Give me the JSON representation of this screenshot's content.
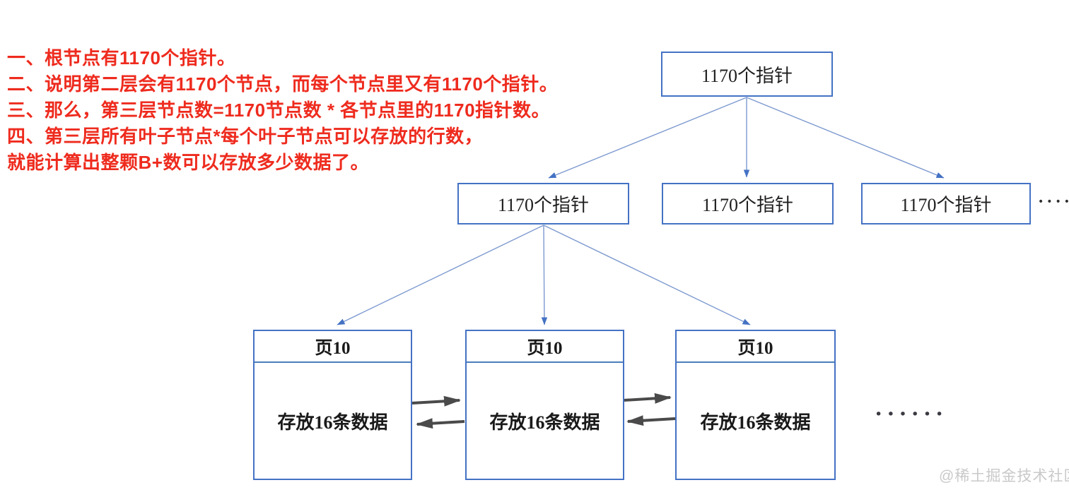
{
  "annotation": {
    "lines": [
      "一、根节点有1170个指针。",
      "二、说明第二层会有1170个节点，而每个节点里又有1170个指针。",
      "三、那么，第三层节点数=1170节点数 * 各节点里的1170指针数。",
      "四、第三层所有叶子节点*每个叶子节点可以存放的行数，",
      "就能计算出整颗B+数可以存放多少数据了。"
    ]
  },
  "tree": {
    "root": {
      "label": "1170个指针"
    },
    "level2": [
      {
        "label": "1170个指针"
      },
      {
        "label": "1170个指针"
      },
      {
        "label": "1170个指针"
      }
    ],
    "level2_ellipsis": "•••••",
    "leaves": [
      {
        "header": "页10",
        "body": "存放16条数据"
      },
      {
        "header": "页10",
        "body": "存放16条数据"
      },
      {
        "header": "页10",
        "body": "存放16条数据"
      }
    ],
    "leaf_ellipsis": "••••••"
  },
  "watermark": "@稀土掘金技术社区",
  "colors": {
    "annotation_red": "#ee2b1e",
    "box_border_blue": "#4472c4",
    "connector_blue": "#7d99cf",
    "link_arrow_gray": "#4a4a4a",
    "watermark_gray": "#c9c9c9"
  }
}
